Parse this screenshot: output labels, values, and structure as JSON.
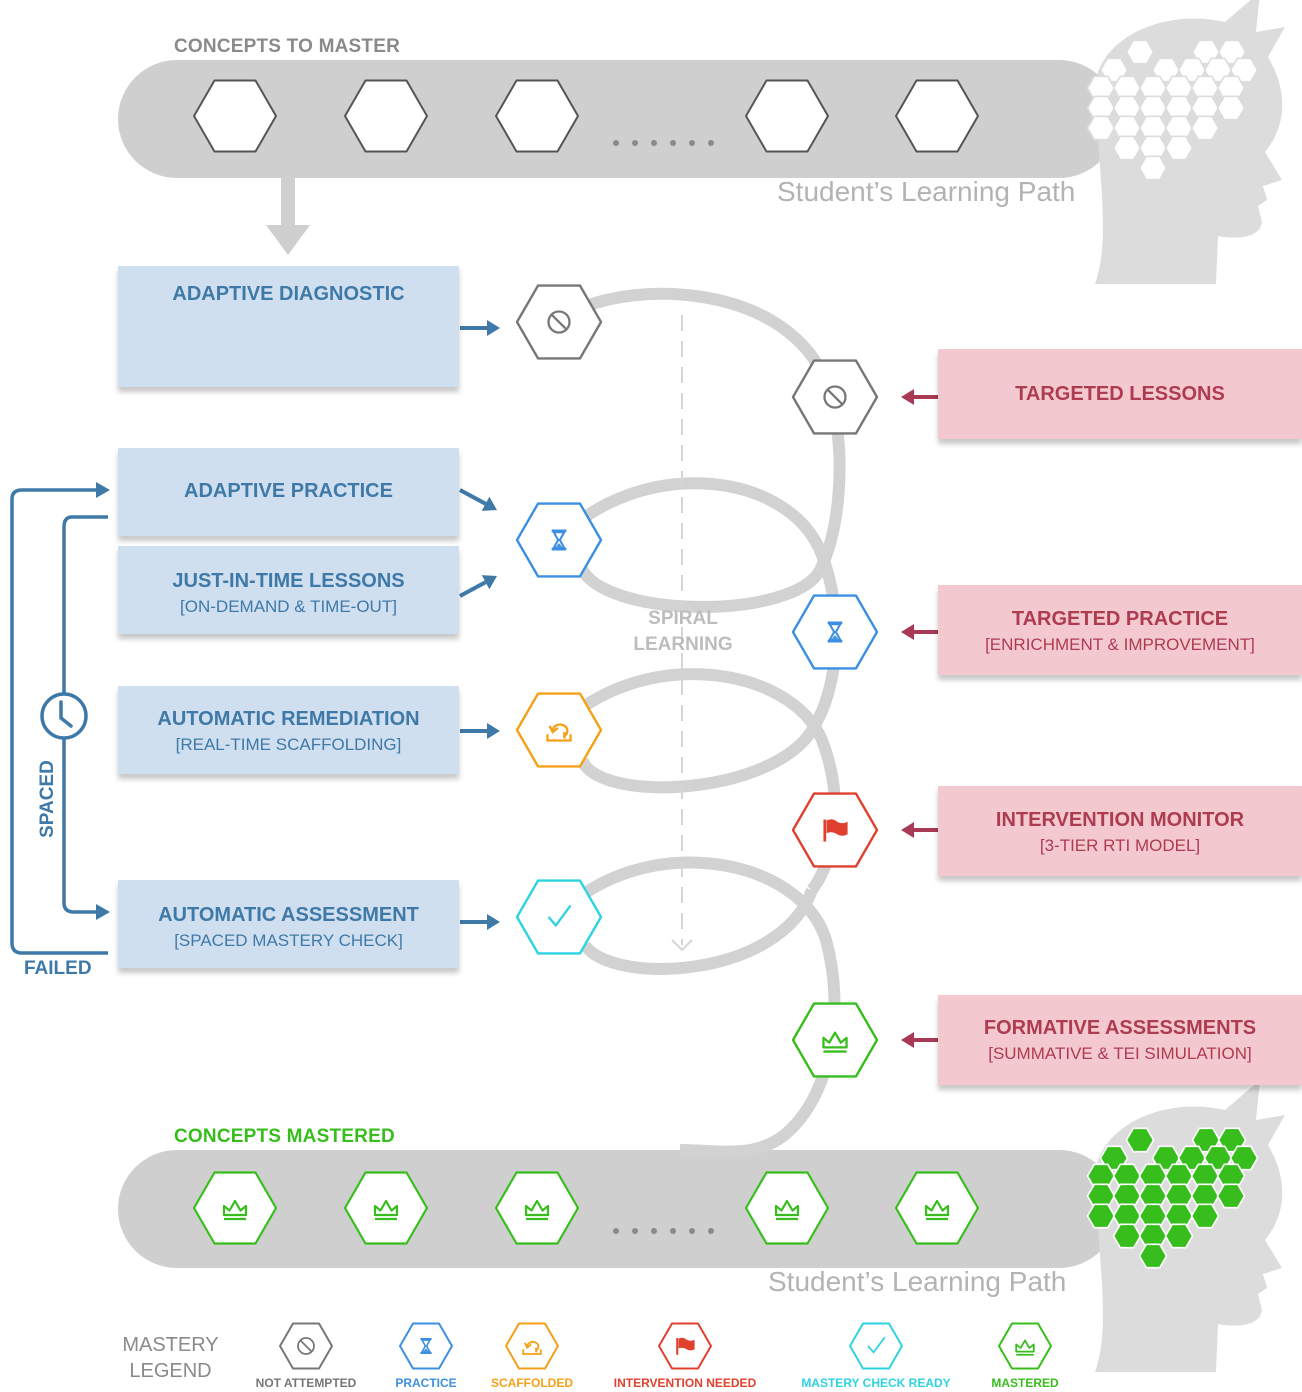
{
  "top_path": {
    "header": "CONCEPTS TO MASTER",
    "caption": "Student’s Learning Path"
  },
  "bottom_path": {
    "header": "CONCEPTS MASTERED",
    "caption": "Student’s Learning Path"
  },
  "center_label": {
    "line1": "SPIRAL",
    "line2": "LEARNING"
  },
  "left_boxes": {
    "diagnostic": {
      "title": "ADAPTIVE DIAGNOSTIC"
    },
    "practice": {
      "title": "ADAPTIVE PRACTICE"
    },
    "jit": {
      "title": "JUST-IN-TIME LESSONS",
      "subtitle": "[ON-DEMAND & TIME-OUT]"
    },
    "remediation": {
      "title": "AUTOMATIC REMEDIATION",
      "subtitle": "[REAL-TIME SCAFFOLDING]"
    },
    "assessment": {
      "title": "AUTOMATIC ASSESSMENT",
      "subtitle": "[SPACED MASTERY CHECK]"
    }
  },
  "right_boxes": {
    "lessons": {
      "title": "TARGETED LESSONS"
    },
    "practice": {
      "title": "TARGETED PRACTICE",
      "subtitle": "[ENRICHMENT & IMPROVEMENT]"
    },
    "intervention": {
      "title": "INTERVENTION MONITOR",
      "subtitle": "[3-TIER RTI MODEL]"
    },
    "formative": {
      "title": "FORMATIVE ASSESSMENTS",
      "subtitle": "[SUMMATIVE & TEI SIMULATION]"
    }
  },
  "loop_labels": {
    "spaced": "SPACED",
    "failed": "FAILED"
  },
  "legend": {
    "title_line1": "MASTERY",
    "title_line2": "LEGEND",
    "items": [
      {
        "label": "NOT ATTEMPTED",
        "icon": "not-attempted-icon",
        "color": "#777777"
      },
      {
        "label": "PRACTICE",
        "icon": "hourglass-icon",
        "color": "#3d8fe0"
      },
      {
        "label": "SCAFFOLDED",
        "icon": "scaffold-icon",
        "color": "#f5a018"
      },
      {
        "label": "INTERVENTION NEEDED",
        "icon": "flag-icon",
        "color": "#e0412f"
      },
      {
        "label": "MASTERY CHECK READY",
        "icon": "check-icon",
        "color": "#2ed3e0"
      },
      {
        "label": "MASTERED",
        "icon": "crown-icon",
        "color": "#37be1d"
      }
    ]
  },
  "colors": {
    "gray": "#777777",
    "blue": "#3d8fe0",
    "orange": "#f5a018",
    "red": "#e0412f",
    "cyan": "#2ed3e0",
    "green": "#37be1d",
    "track": "#cdcdcd",
    "left_box": "#cfdfef",
    "right_box": "#f4c8cf",
    "left_text": "#3f79a8",
    "right_text": "#ae3c51"
  }
}
